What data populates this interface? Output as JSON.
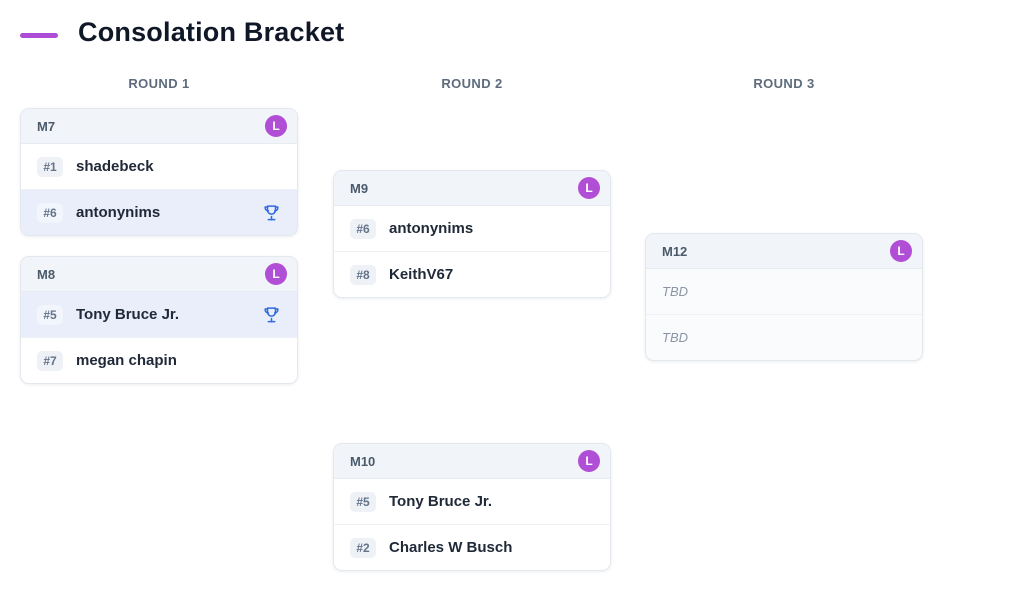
{
  "page": {
    "title": "Consolation Bracket",
    "accent_color": "#ad4cd6",
    "trophy_color": "#2e6ae0",
    "winner_row_color": "#e9eefa"
  },
  "rounds": [
    {
      "label": "ROUND 1"
    },
    {
      "label": "ROUND 2"
    },
    {
      "label": "ROUND 3"
    }
  ],
  "matches": [
    {
      "id": "M7",
      "badge": "L",
      "round": 1,
      "players": [
        {
          "seed": "#1",
          "name": "shadebeck",
          "winner": false
        },
        {
          "seed": "#6",
          "name": "antonynims",
          "winner": true
        }
      ]
    },
    {
      "id": "M8",
      "badge": "L",
      "round": 1,
      "players": [
        {
          "seed": "#5",
          "name": "Tony Bruce Jr.",
          "winner": true
        },
        {
          "seed": "#7",
          "name": "megan chapin",
          "winner": false
        }
      ]
    },
    {
      "id": "M9",
      "badge": "L",
      "round": 2,
      "players": [
        {
          "seed": "#6",
          "name": "antonynims",
          "winner": false
        },
        {
          "seed": "#8",
          "name": "KeithV67",
          "winner": false
        }
      ]
    },
    {
      "id": "M10",
      "badge": "L",
      "round": 2,
      "players": [
        {
          "seed": "#5",
          "name": "Tony Bruce Jr.",
          "winner": false
        },
        {
          "seed": "#2",
          "name": "Charles W Busch",
          "winner": false
        }
      ]
    },
    {
      "id": "M12",
      "badge": "L",
      "round": 3,
      "players": [
        {
          "name": "TBD",
          "tbd": true
        },
        {
          "name": "TBD",
          "tbd": true
        }
      ]
    }
  ]
}
